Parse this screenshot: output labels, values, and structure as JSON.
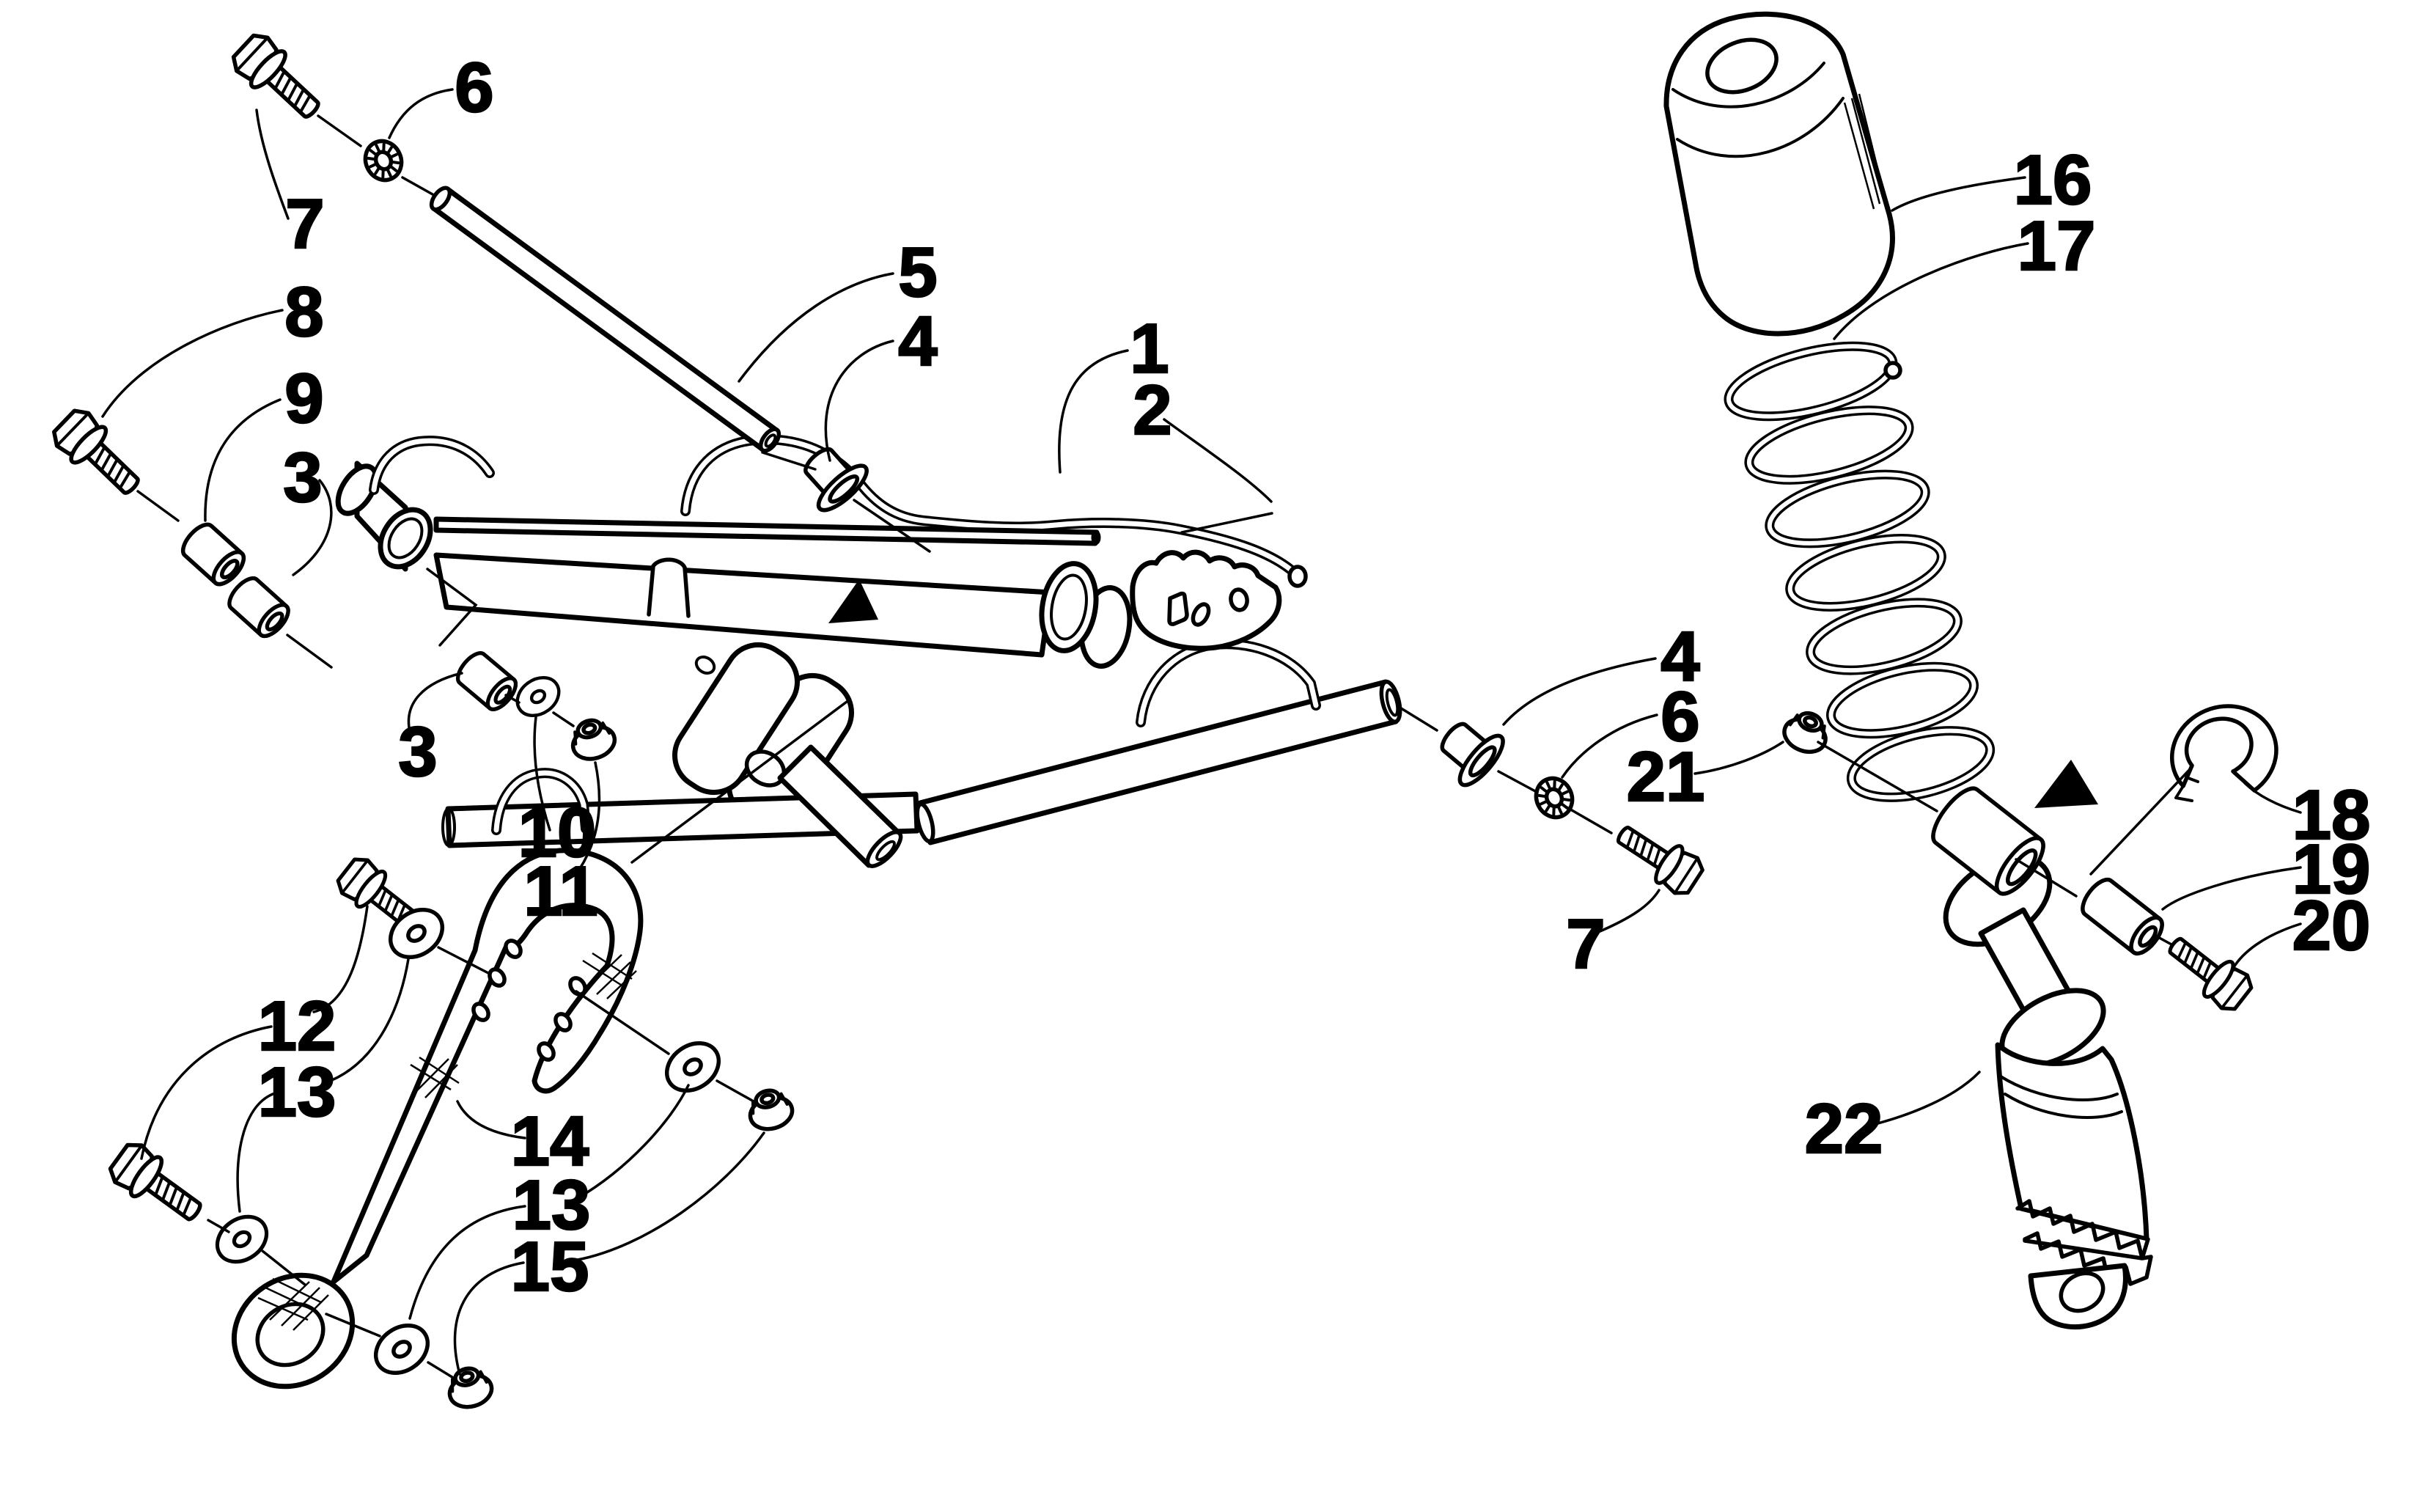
{
  "figure": {
    "type": "exploded-parts-diagram",
    "subject": "snowmobile front arm / shock absorber assembly",
    "background_color": "#ffffff",
    "line_color": "#000000",
    "marker": "solid-black-triangle"
  },
  "callouts": [
    {
      "n": "1",
      "part": "a-arm-assembly"
    },
    {
      "n": "2",
      "part": "set-screw"
    },
    {
      "n": "3",
      "part": "bushing-left"
    },
    {
      "n": "3",
      "part": "bushing-center"
    },
    {
      "n": "4",
      "part": "flanged-bushing-top"
    },
    {
      "n": "4",
      "part": "flanged-bushing-right"
    },
    {
      "n": "5",
      "part": "pivot-tube"
    },
    {
      "n": "6",
      "part": "lock-washer-top"
    },
    {
      "n": "6",
      "part": "lock-washer-right"
    },
    {
      "n": "7",
      "part": "flange-bolt-top"
    },
    {
      "n": "7",
      "part": "flange-bolt-right"
    },
    {
      "n": "8",
      "part": "flange-bolt-left"
    },
    {
      "n": "9",
      "part": "spacer-left"
    },
    {
      "n": "10",
      "part": "flat-washer"
    },
    {
      "n": "11",
      "part": "flange-lock-nut"
    },
    {
      "n": "12",
      "part": "strap-bolts"
    },
    {
      "n": "13",
      "part": "strap-washers-upper"
    },
    {
      "n": "13",
      "part": "strap-washers-lower"
    },
    {
      "n": "14",
      "part": "limiter-strap"
    },
    {
      "n": "15",
      "part": "strap-nuts"
    },
    {
      "n": "16",
      "part": "shock-boot"
    },
    {
      "n": "17",
      "part": "coil-spring"
    },
    {
      "n": "18",
      "part": "retaining-ring"
    },
    {
      "n": "19",
      "part": "spacer-bushing"
    },
    {
      "n": "20",
      "part": "flange-bolt-shock"
    },
    {
      "n": "21",
      "part": "flange-nut-shock"
    },
    {
      "n": "22",
      "part": "shock-absorber"
    }
  ]
}
